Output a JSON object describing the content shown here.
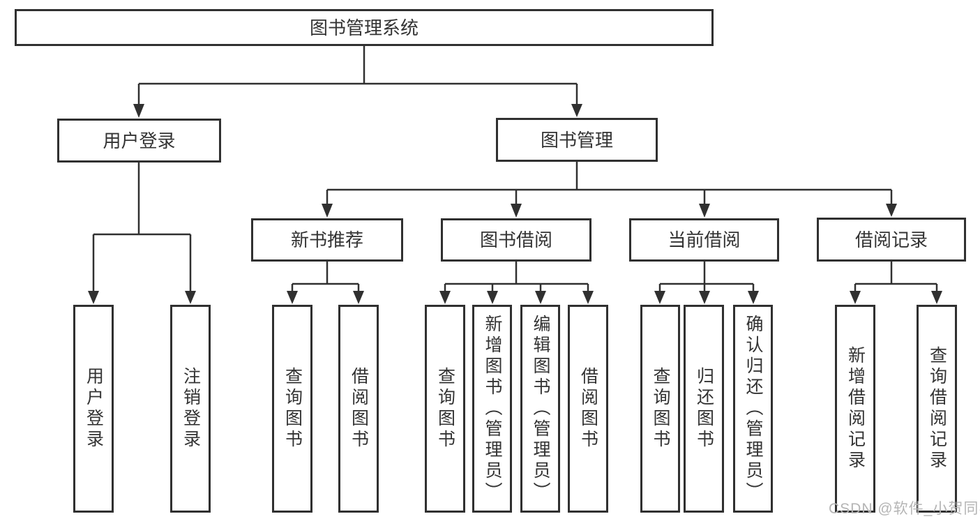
{
  "tree": {
    "root": {
      "label": "图书管理系统",
      "children": [
        {
          "label": "用户登录",
          "children": [
            {
              "label": "用户登录"
            },
            {
              "label": "注销登录"
            }
          ]
        },
        {
          "label": "图书管理",
          "children": [
            {
              "label": "新书推荐",
              "children": [
                {
                  "label": "查询图书"
                },
                {
                  "label": "借阅图书"
                }
              ]
            },
            {
              "label": "图书借阅",
              "children": [
                {
                  "label": "查询图书"
                },
                {
                  "label": "新增图书（管理员）"
                },
                {
                  "label": "编辑图书（管理员）"
                },
                {
                  "label": "借阅图书"
                }
              ]
            },
            {
              "label": "当前借阅",
              "children": [
                {
                  "label": "查询图书"
                },
                {
                  "label": "归还图书"
                },
                {
                  "label": "确认归还（管理员）"
                }
              ]
            },
            {
              "label": "借阅记录",
              "children": [
                {
                  "label": "新增借阅记录"
                },
                {
                  "label": "查询借阅记录"
                }
              ]
            }
          ]
        }
      ]
    }
  },
  "colors": {
    "line": "#303030",
    "text": "#333333",
    "watermark": "#b5b5b5"
  },
  "watermark": {
    "text": "CSDN @软件_小贺同学"
  }
}
